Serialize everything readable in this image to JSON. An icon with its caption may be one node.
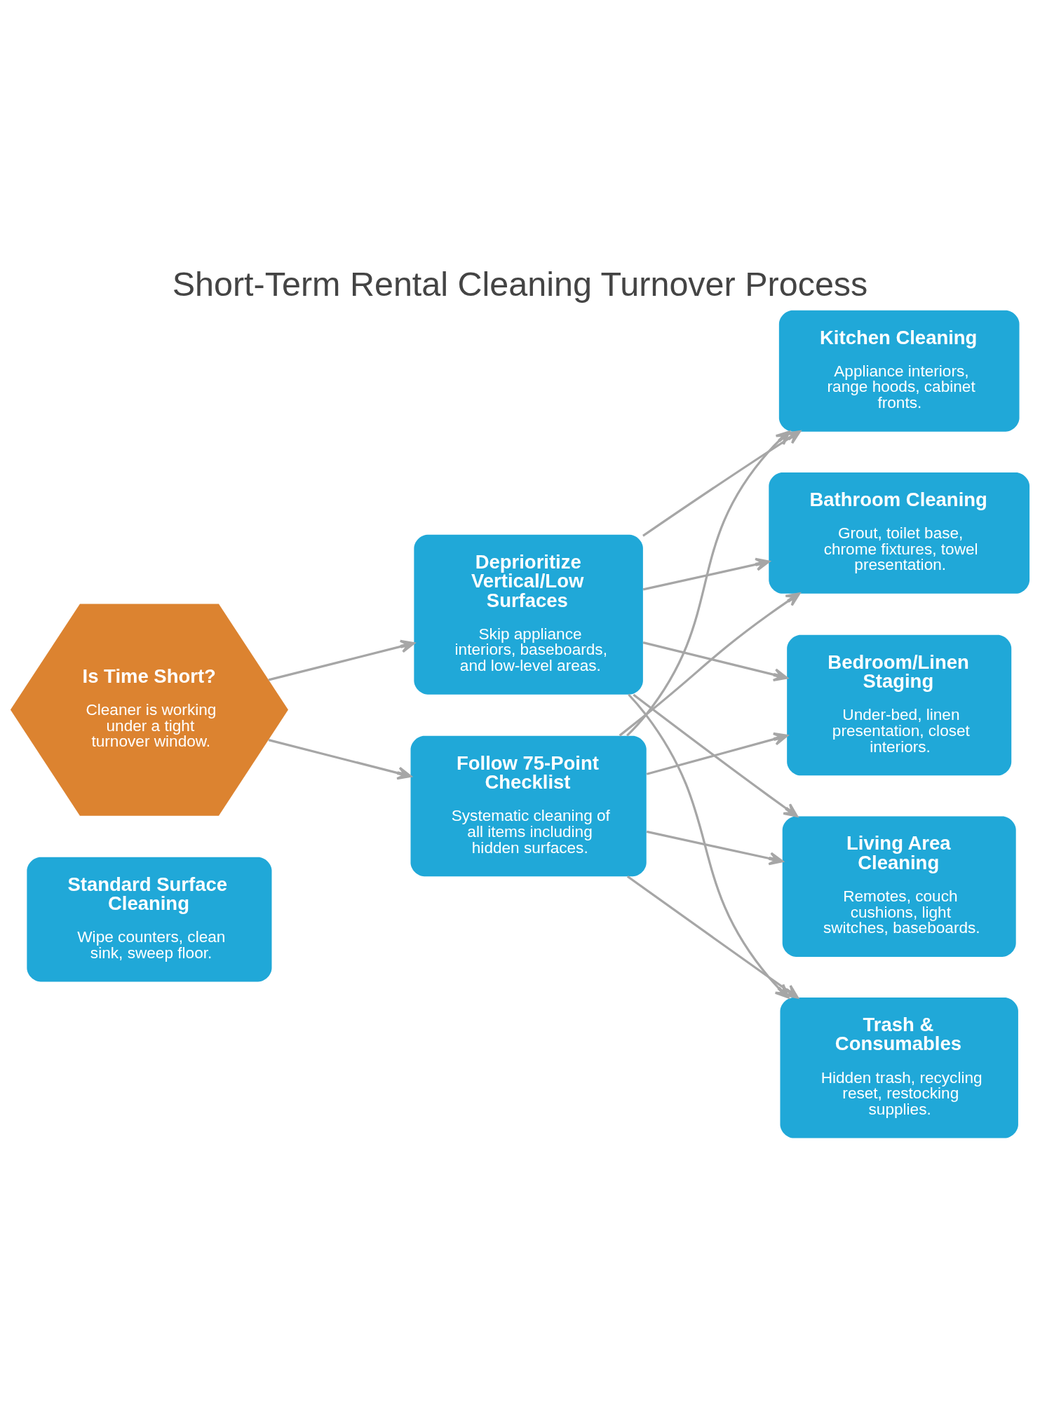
{
  "diagram": {
    "title": "Short-Term Rental Cleaning Turnover Process",
    "nodes": [
      {
        "text": [
          "Is Time Short?",
          "Cleaner is working under a tight turnover window."
        ]
      },
      {
        "text": [
          "Deprioritize Vertical/Low Surfaces",
          "Skip appliance interiors, baseboards, and low-level areas."
        ]
      },
      {
        "text": [
          "Follow 75-Point Checklist",
          "Systematic cleaning of all items including hidden surfaces."
        ]
      },
      {
        "text": [
          "Standard Surface Cleaning",
          "Wipe counters, clean sink, sweep floor."
        ]
      },
      {
        "text": [
          "Kitchen Cleaning",
          "Appliance interiors, range hoods, cabinet fronts."
        ]
      },
      {
        "text": [
          "Bathroom Cleaning",
          "Grout, toilet base, chrome fixtures, towel presentation."
        ]
      },
      {
        "text": [
          "Bedroom/Linen Staging",
          "Under-bed, linen presentation, closet interiors."
        ]
      },
      {
        "text": [
          "Living Area Cleaning",
          "Remotes, couch cushions, light switches, baseboards."
        ]
      },
      {
        "text": [
          "Trash & Consumables",
          "Hidden trash, recycling reset, restocking supplies."
        ]
      }
    ],
    "edges": [
      {
        "from": 0,
        "to": 1,
        "arrow": "to"
      },
      {
        "from": 0,
        "to": 2,
        "arrow": "to"
      },
      {
        "from": 1,
        "to": 4,
        "arrow": "to"
      },
      {
        "from": 1,
        "to": 5,
        "arrow": "to"
      },
      {
        "from": 1,
        "to": 6,
        "arrow": "to"
      },
      {
        "from": 1,
        "to": 7,
        "arrow": "to"
      },
      {
        "from": 1,
        "to": 8,
        "arrow": "to"
      },
      {
        "from": 2,
        "to": 4,
        "arrow": "to"
      },
      {
        "from": 2,
        "to": 5,
        "arrow": "to"
      },
      {
        "from": 2,
        "to": 6,
        "arrow": "to"
      },
      {
        "from": 2,
        "to": 7,
        "arrow": "to"
      },
      {
        "from": 2,
        "to": 8,
        "arrow": "to"
      }
    ]
  }
}
